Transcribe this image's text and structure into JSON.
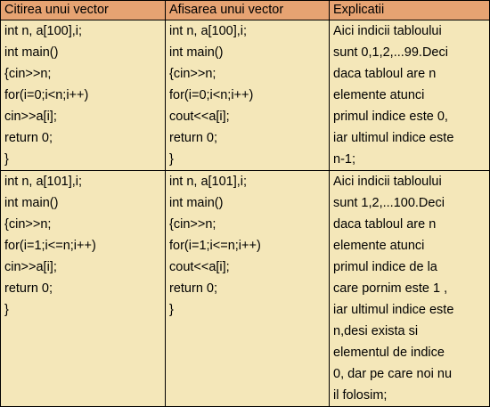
{
  "colors": {
    "header_bg": "#e6a372",
    "cell_bg": "#f4e7b9",
    "border": "#000000"
  },
  "headers": [
    "Citirea unui vector",
    "Afisarea unui vector",
    "Explicatii"
  ],
  "rows": [
    {
      "read": [
        "int n, a[100],i;",
        "int main()",
        "{cin>>n;",
        "for(i=0;i<n;i++)",
        "cin>>a[i];",
        "return 0;",
        "}"
      ],
      "write": [
        "int n, a[100],i;",
        "int main()",
        "{cin>>n;",
        "for(i=0;i<n;i++)",
        "cout<<a[i];",
        "return 0;",
        "}"
      ],
      "explanation": [
        "Aici indicii tabloului",
        "sunt 0,1,2,...99.Deci",
        "daca tabloul are n",
        "elemente  atunci",
        "primul indice este 0,",
        "iar ultimul indice este",
        "n-1;"
      ]
    },
    {
      "read": [
        "int n, a[101],i;",
        "int main()",
        "{cin>>n;",
        "for(i=1;i<=n;i++)",
        "cin>>a[i];",
        "return 0;",
        "}"
      ],
      "write": [
        "int n, a[101],i;",
        "int main()",
        "{cin>>n;",
        "for(i=1;i<=n;i++)",
        "cout<<a[i];",
        "return 0;",
        "}"
      ],
      "explanation": [
        "Aici indicii tabloului",
        "sunt 1,2,...100.Deci",
        "daca tabloul are n",
        "elemente  atunci",
        "primul indice de la",
        "care pornim este 1 ,",
        "iar ultimul indice este",
        "n,desi exista si",
        "elementul de indice",
        "0, dar pe care noi nu",
        "il folosim;"
      ]
    }
  ]
}
